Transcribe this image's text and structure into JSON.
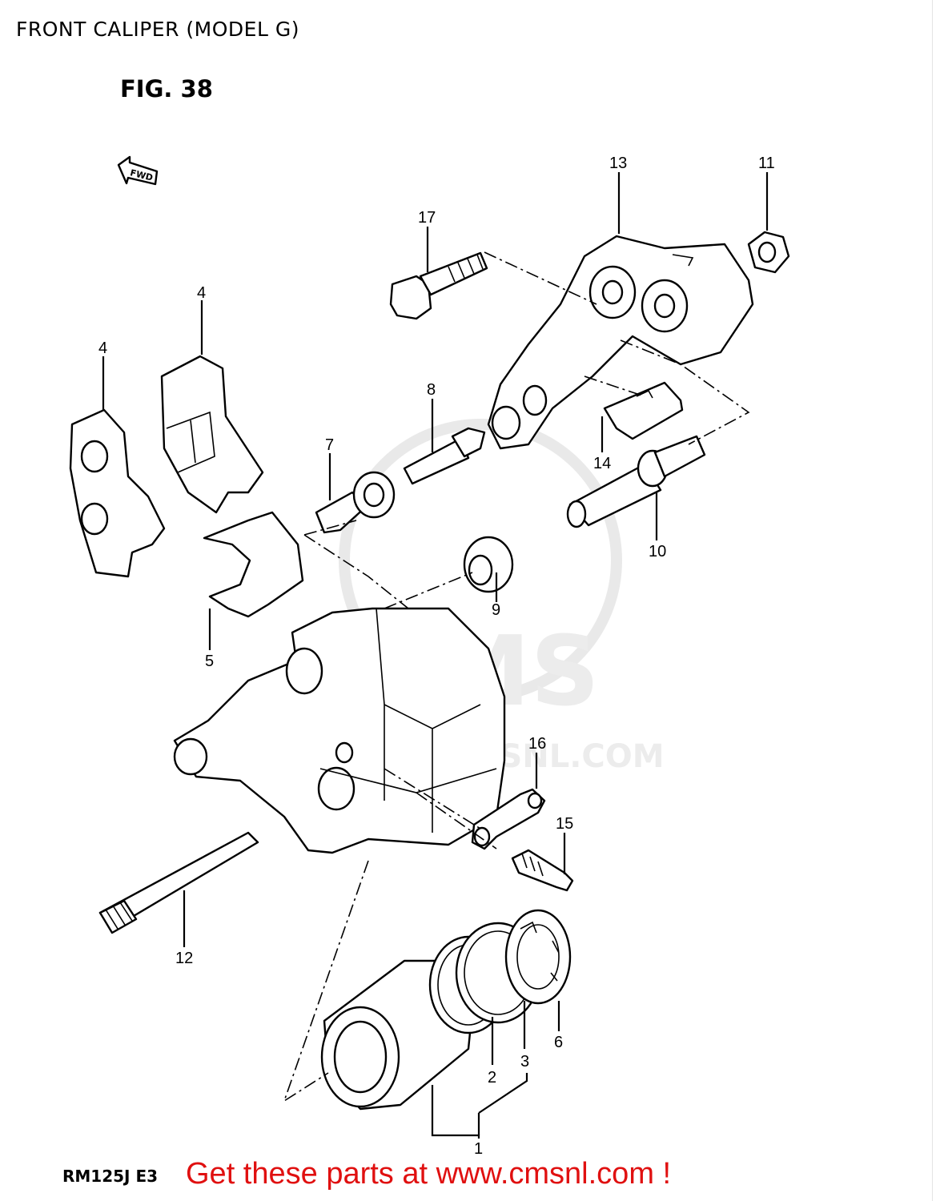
{
  "page_title": "FRONT CALIPER (MODEL G)",
  "figure_label": "FIG. 38",
  "direction_marker": "FWD",
  "model_code": "RM125J E3",
  "call_to_action": "Get these parts at www.cmsnl.com !",
  "watermark": {
    "logo_text": "CMS",
    "url_text": "WWW.CMSNL.COM"
  },
  "callouts": {
    "c1": "1",
    "c2": "2",
    "c3": "3",
    "c4a": "4",
    "c4b": "4",
    "c5": "5",
    "c6": "6",
    "c7": "7",
    "c8": "8",
    "c9": "9",
    "c10": "10",
    "c11": "11",
    "c12": "12",
    "c13": "13",
    "c14": "14",
    "c15": "15",
    "c16": "16",
    "c17": "17"
  },
  "colors": {
    "call_to_action": "#e01010",
    "line_art": "#000000",
    "watermark": "#e9e9e9"
  }
}
